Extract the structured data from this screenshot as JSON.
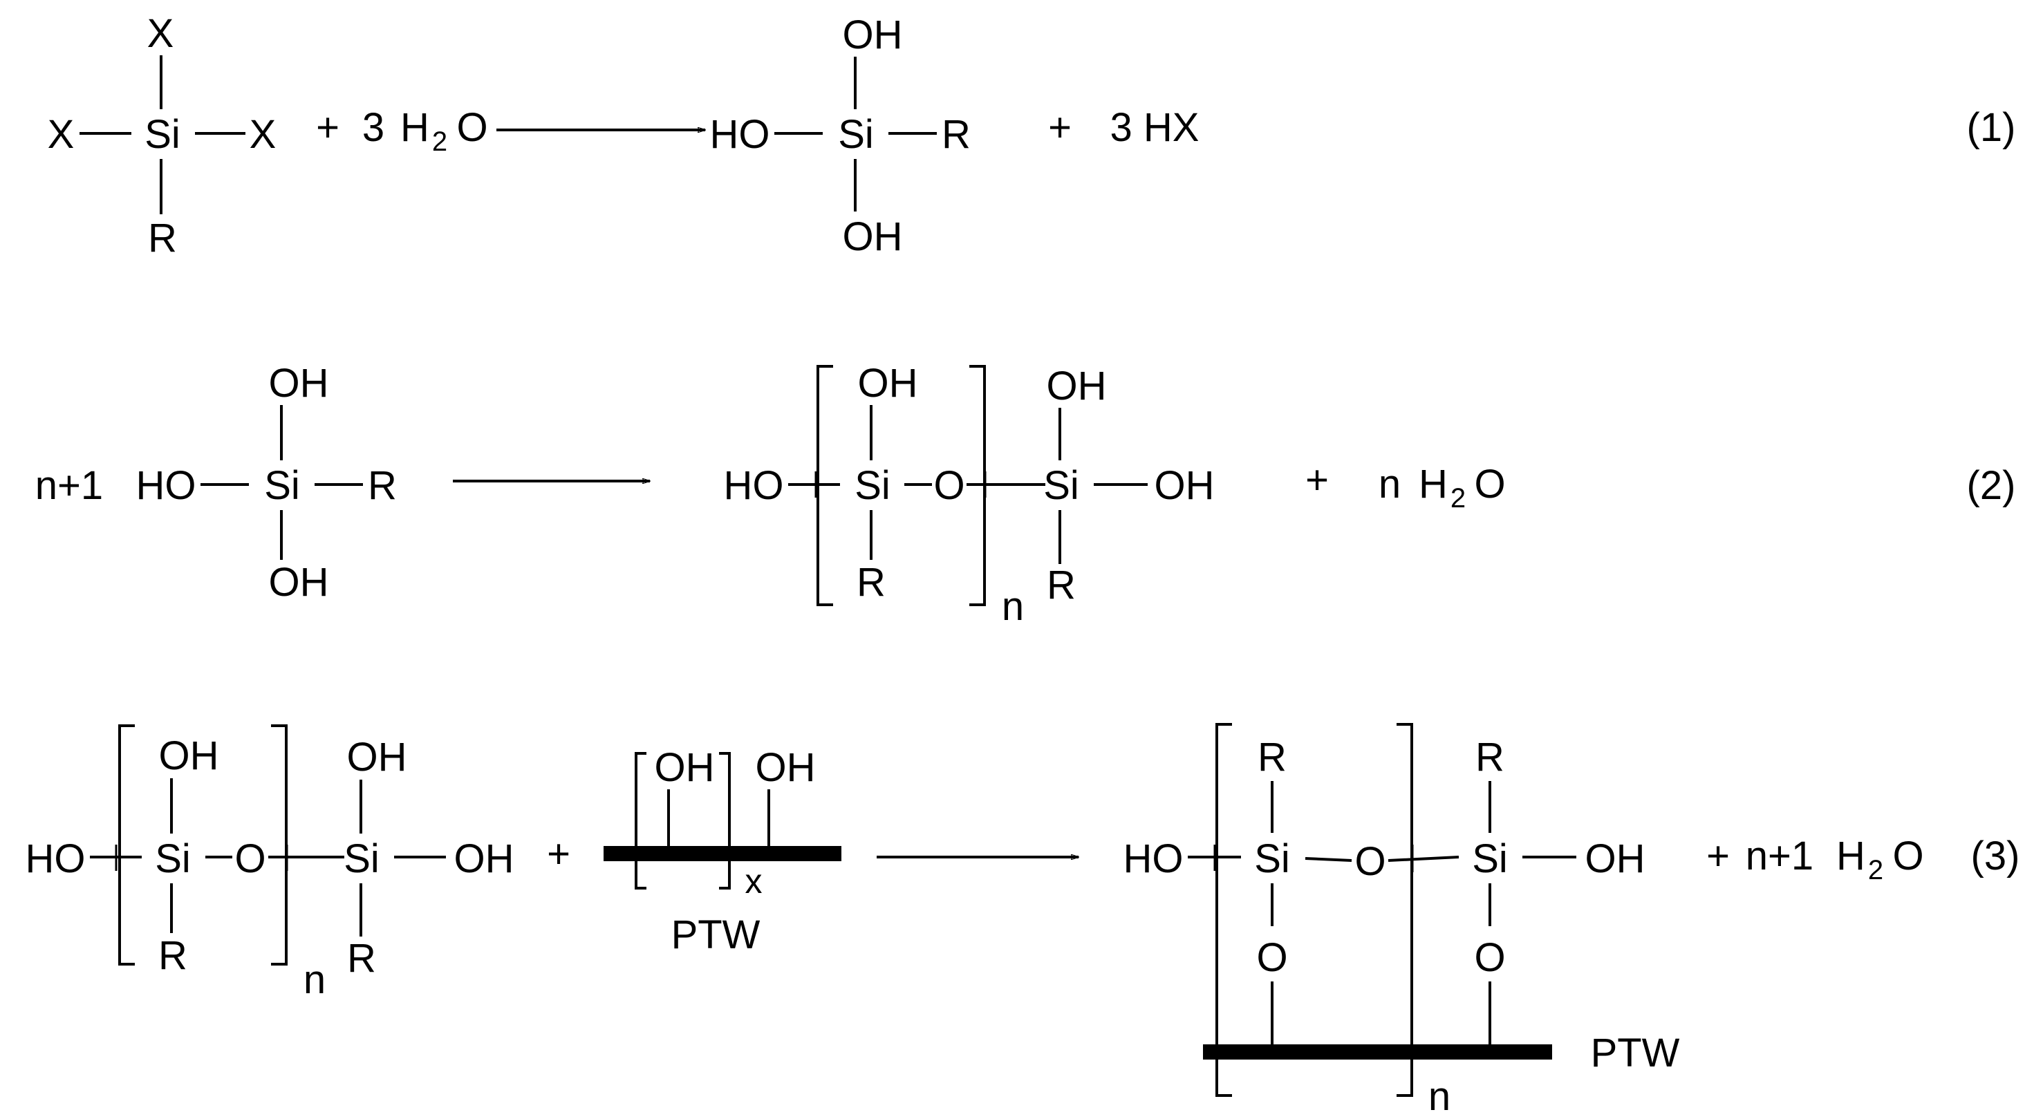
{
  "equation_1": {
    "reactant_top": "X",
    "reactant_left": "X",
    "reactant_si": "Si",
    "reactant_right": "X",
    "reactant_bottom": "R",
    "plus": "+",
    "water_coeff": "3",
    "water_h": "H",
    "water_sub": "2",
    "water_o": "O",
    "product_top": "OH",
    "product_left": "HO",
    "product_si": "Si",
    "product_right": "R",
    "product_bottom": "OH",
    "plus2": "+",
    "byproduct": "3 HX",
    "number": "(1)"
  },
  "equation_2": {
    "coeff": "n+1",
    "reactant_top": "OH",
    "reactant_left": "HO",
    "reactant_si": "Si",
    "reactant_right": "R",
    "reactant_bottom": "OH",
    "p_left": "HO",
    "p_top1": "OH",
    "p_si1": "Si",
    "p_o": "O",
    "p_bottom1": "R",
    "p_n": "n",
    "p_top2": "OH",
    "p_si2": "Si",
    "p_right": "OH",
    "p_bottom2": "R",
    "plus": "+",
    "water_coeff": "n",
    "water_h": "H",
    "water_sub": "2",
    "water_o": "O",
    "number": "(2)"
  },
  "equation_3": {
    "r_left": "HO",
    "r_top1": "OH",
    "r_si1": "Si",
    "r_o": "O",
    "r_bottom1": "R",
    "r_n": "n",
    "r_top2": "OH",
    "r_si2": "Si",
    "r_right": "OH",
    "r_bottom2": "R",
    "plus": "+",
    "ptw_oh1": "OH",
    "ptw_oh2": "OH",
    "ptw_x": "x",
    "ptw_label": "PTW",
    "p_top1": "R",
    "p_top2": "R",
    "p_left": "HO",
    "p_si1": "Si",
    "p_o": "O",
    "p_si2": "Si",
    "p_right": "OH",
    "p_o_low1": "O",
    "p_o_low2": "O",
    "p_ptw": "PTW",
    "p_n": "n",
    "plus2": "+",
    "water_coeff": "n+1",
    "water_h": "H",
    "water_sub": "2",
    "water_o": "O",
    "number": "(3)"
  }
}
